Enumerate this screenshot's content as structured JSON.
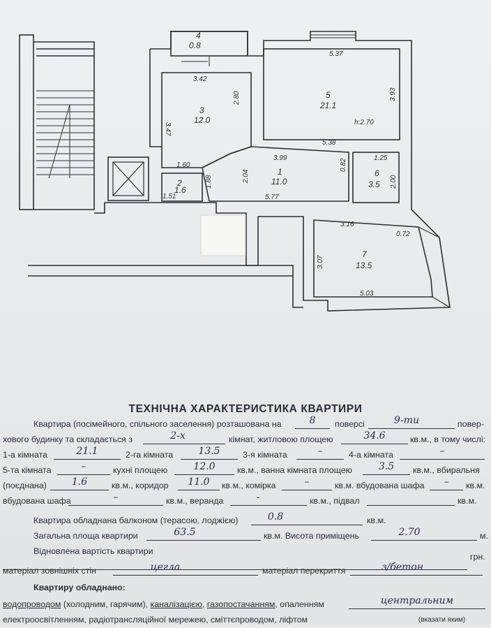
{
  "plan": {
    "rooms": [
      {
        "num": "4",
        "area": "0.8"
      },
      {
        "num": "3",
        "area": "12.0"
      },
      {
        "num": "5",
        "area": "21.1"
      },
      {
        "num": "1",
        "area": "11.0"
      },
      {
        "num": "2",
        "area": "1.6"
      },
      {
        "num": "6",
        "area": "3.5"
      },
      {
        "num": "7",
        "area": "13.5"
      }
    ],
    "height_note": "h:2.70",
    "dims": [
      "3.42",
      "3.47",
      "2.80",
      "1.60",
      "5.37",
      "3.93",
      "5.38",
      "3.99",
      "2.04",
      "1.25",
      "2.00",
      "0.82",
      "1.88",
      "1.51",
      "5.77",
      "3.16",
      "0.72",
      "3.07",
      "5.03"
    ]
  },
  "form": {
    "title": "ТЕХНІЧНА ХАРАКТЕРИСТИКА КВАРТИРИ",
    "l1": {
      "a": "Квартира (посімейного, спільного заселення) розташована на",
      "floor": "8",
      "b": "поверсі",
      "total_floors": "9-ти",
      "c": "повер-"
    },
    "l2": {
      "a": "хового будинку та складається з",
      "rooms": "2-х",
      "b": "кімнат, житловою площею",
      "living": "34.6",
      "c": "кв.м., в тому числі:"
    },
    "l3": {
      "a": "1-а кімната",
      "r1": "21.1",
      "b": "2-га кімната",
      "r2": "13.5",
      "c": "3-я кімната",
      "r3": "–",
      "d": "4-а кімната",
      "r4": "–"
    },
    "l4": {
      "a": "5-та кімната",
      "r5": "–",
      "b": "кухні площею",
      "kitchen": "12.0",
      "c": "кв.м., ванна кімната площею",
      "bath": "3.5",
      "d": "кв.м., вбиральня"
    },
    "l5": {
      "a": "(поєднана)",
      "wc": "1.6",
      "b": "кв.м., коридор",
      "corridor": "11.0",
      "c": "кв.м., комірка",
      "pantry": "–",
      "d": "кв.м. вбудована шафа",
      "closet": "–",
      "e": "кв.м."
    },
    "l6": {
      "a": "вбудована шафа",
      "closet2": "–",
      "b": "кв.м., веранда",
      "veranda": "-",
      "c": "кв.м., підвал",
      "d": "кв.м."
    },
    "l7": {
      "a": "Квартира обладнана балконом (терасою, лоджією)",
      "balcony": "0.8",
      "b": "кв.м."
    },
    "l8": {
      "a": "Загальна площа квартири",
      "total": "63.5",
      "b": "кв.м. Висота приміщень",
      "height": "2.70",
      "c": "м."
    },
    "l9": {
      "a": "Відновлена вартість квартири",
      "b": "грн."
    },
    "l10": {
      "a": "матеріал зовнішніх стін",
      "walls": "цегла",
      "b": "матеріал перекриття",
      "ceiling": "з/бетон"
    },
    "l11": {
      "a": "Квартиру обладнано:"
    },
    "l12": {
      "a": "водопроводом",
      "b": " (холодним, гарячим), ",
      "c": "каналізацією",
      "d": ", ",
      "e": "газопостачанням",
      "f": ", опаленням",
      "heating": "центральним"
    },
    "l13": {
      "a": "електроосвітленням, радіотрансляційної мережею, сміттєпроводом, ліфтом",
      "note": "(вказати яким)"
    }
  }
}
